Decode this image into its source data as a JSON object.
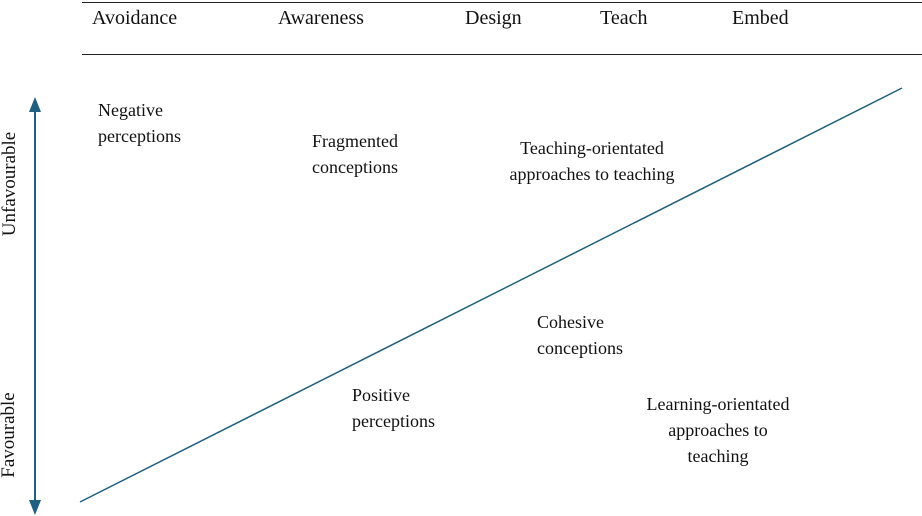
{
  "stages": [
    "Avoidance",
    "Awareness",
    "Design",
    "Teach",
    "Embed"
  ],
  "axis": {
    "top_label": "Unfavourable",
    "bottom_label": "Favourable",
    "arrow_color": "#1f5f80"
  },
  "line_color": "#1f5f80",
  "upper_labels": {
    "negative": [
      "Negative",
      "perceptions"
    ],
    "fragmented": [
      "Fragmented",
      "conceptions"
    ],
    "teaching": [
      "Teaching-orientated",
      "approaches to teaching"
    ]
  },
  "lower_labels": {
    "positive": [
      "Positive",
      "perceptions"
    ],
    "cohesive": [
      "Cohesive",
      "conceptions"
    ],
    "learning": [
      "Learning-orientated",
      "approaches to",
      "teaching"
    ]
  }
}
